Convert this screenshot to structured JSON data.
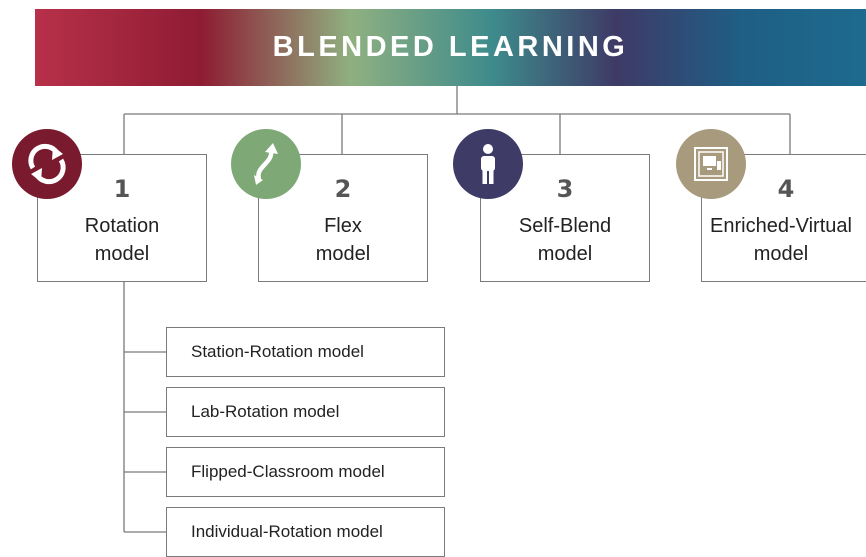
{
  "banner": {
    "title": "BLENDED LEARNING"
  },
  "models": [
    {
      "number": "1",
      "name_line1": "Rotation",
      "name_line2": "model",
      "icon": "rotation-cycle-icon",
      "color": "#7a1a2e"
    },
    {
      "number": "2",
      "name_line1": "Flex",
      "name_line2": "model",
      "icon": "flex-arrows-icon",
      "color": "#7fa877"
    },
    {
      "number": "3",
      "name_line1": "Self-Blend",
      "name_line2": "model",
      "icon": "person-icon",
      "color": "#3f3b67"
    },
    {
      "number": "4",
      "name_line1": "Enriched-Virtual",
      "name_line2": "model",
      "icon": "computer-screens-icon",
      "color": "#a89a7c"
    }
  ],
  "rotation_submodels": [
    "Station-Rotation model",
    "Lab-Rotation model",
    "Flipped-Classroom model",
    "Individual-Rotation model"
  ]
}
